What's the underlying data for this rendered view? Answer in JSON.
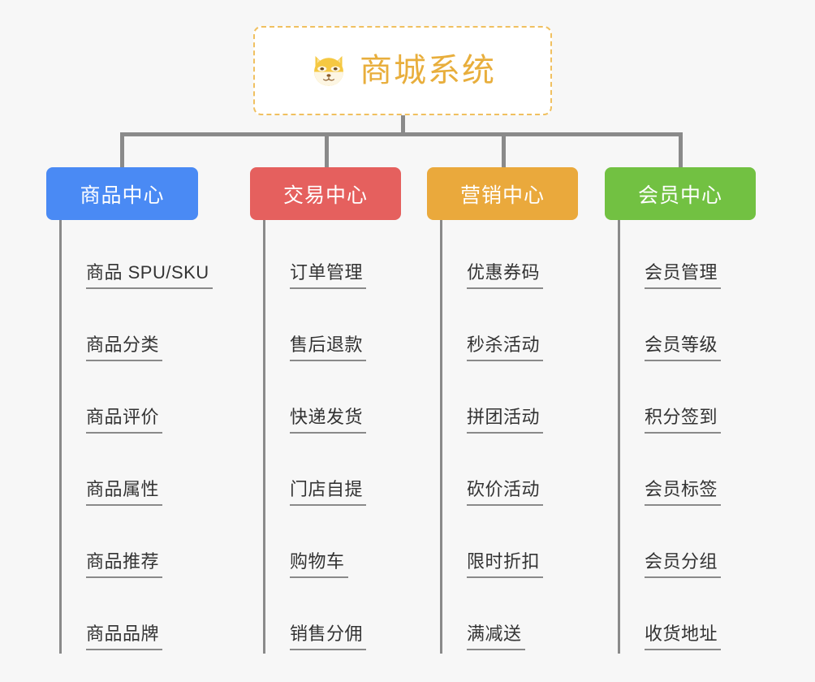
{
  "root": {
    "title": "商城系统",
    "icon": "shiba-dog-icon",
    "title_color": "#e8ae3c",
    "border_color": "#f0c060"
  },
  "categories": [
    {
      "label": "商品中心",
      "color": "#4a8af4",
      "items": [
        "商品 SPU/SKU",
        "商品分类",
        "商品评价",
        "商品属性",
        "商品推荐",
        "商品品牌"
      ]
    },
    {
      "label": "交易中心",
      "color": "#e5605e",
      "items": [
        "订单管理",
        "售后退款",
        "快递发货",
        "门店自提",
        "购物车",
        "销售分佣"
      ]
    },
    {
      "label": "营销中心",
      "color": "#eaa93c",
      "items": [
        "优惠券码",
        "秒杀活动",
        "拼团活动",
        "砍价活动",
        "限时折扣",
        "满减送"
      ]
    },
    {
      "label": "会员中心",
      "color": "#72c142",
      "items": [
        "会员管理",
        "会员等级",
        "积分签到",
        "会员标签",
        "会员分组",
        "收货地址"
      ]
    }
  ]
}
